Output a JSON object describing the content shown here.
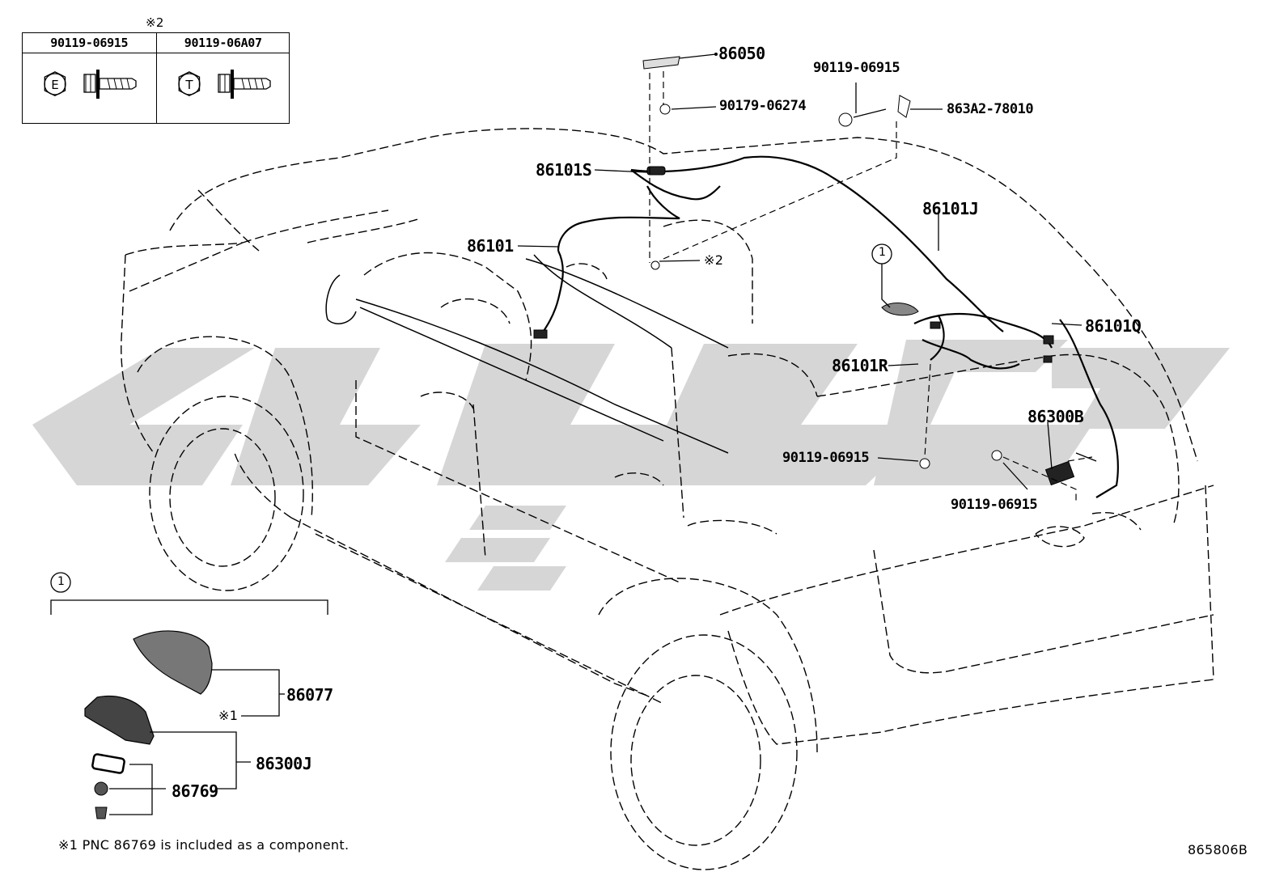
{
  "fastener_table": {
    "note_mark": "※2",
    "columns": [
      {
        "part_number": "90119-06915",
        "mark": "E",
        "icon": "hex-bolt-with-washer-icon"
      },
      {
        "part_number": "90119-06A07",
        "mark": "T",
        "icon": "hex-bolt-with-washer-icon"
      }
    ]
  },
  "callouts": {
    "p86050": "86050",
    "p90179_06274": "90179-06274",
    "p90119_06915_top": "90119-06915",
    "p863A2_78010": "863A2-78010",
    "p86101S": "86101S",
    "p86101J": "86101J",
    "p86101": "86101",
    "note2_ref": "※2",
    "circle1_ref": "1",
    "p86101Q": "86101Q",
    "p86101R": "86101R",
    "p86300B": "86300B",
    "p90119_06915_mid": "90119-06915",
    "p90119_06915_right": "90119-06915"
  },
  "detail": {
    "circle_label": "1",
    "p86077": "86077",
    "note1_ref": "※1",
    "p86300J": "86300J",
    "p86769": "86769"
  },
  "footnote": "※1 PNC 86769 is included as a component.",
  "diagram_code": "865806B",
  "watermark_icon": "watermark-logo-icon",
  "colors": {
    "line": "#000000",
    "watermark": "#cfcfcf",
    "background": "#ffffff"
  }
}
